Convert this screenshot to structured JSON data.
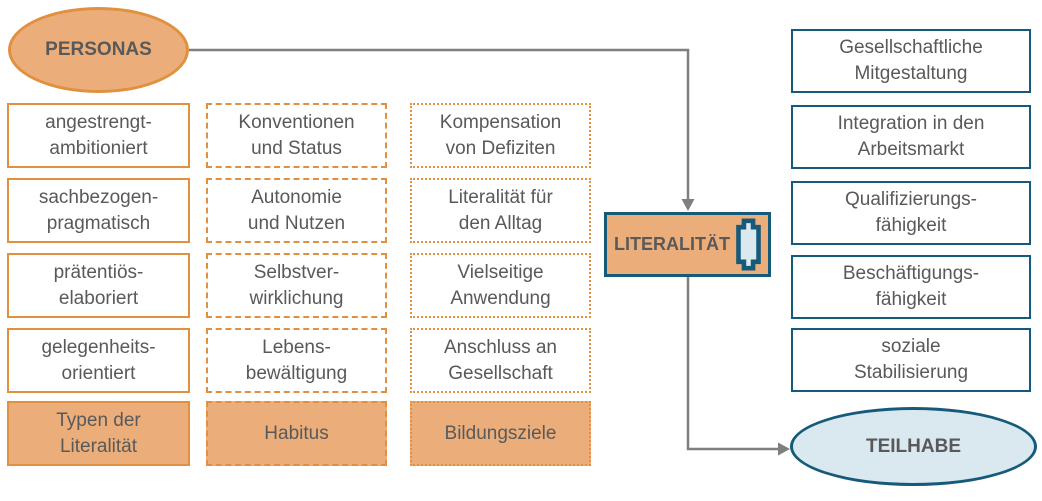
{
  "diagram": {
    "personas_label": "PERSONAS",
    "literalitaet": {
      "label": "LITERALITÄT"
    },
    "teilhabe_label": "TEILHABE",
    "columns": [
      {
        "footer": "Typen der\nLiteralität",
        "boxes": [
          "angestrengt-\nambitioniert",
          "sachbezogen-\npragmatisch",
          "prätentiös-\nelaboriert",
          "gelegenheits-\norientiert"
        ]
      },
      {
        "footer": "Habitus",
        "boxes": [
          "Konventionen\nund Status",
          "Autonomie\nund Nutzen",
          "Selbstver-\nwirklichung",
          "Lebens-\nbewältigung"
        ]
      },
      {
        "footer": "Bildungsziele",
        "boxes": [
          "Kompensation\nvon Defiziten",
          "Literalität für\nden Alltag",
          "Vielseitige\nAnwendung",
          "Anschluss an\nGesellschaft"
        ]
      }
    ],
    "outcomes": [
      "Gesellschaftliche\nMitgestaltung",
      "Integration in den\nArbeitsmarkt",
      "Qualifizierungs-\nfähigkeit",
      "Beschäftigungs-\nfähigkeit",
      "soziale\nStabilisierung"
    ],
    "colors": {
      "orange_border": "#E0903E",
      "orange_fill": "#EBAE7B",
      "teal_border": "#15597B",
      "blue_fill": "#DAE8EF",
      "text": "#595959",
      "arrow": "#7F7F7F"
    }
  }
}
